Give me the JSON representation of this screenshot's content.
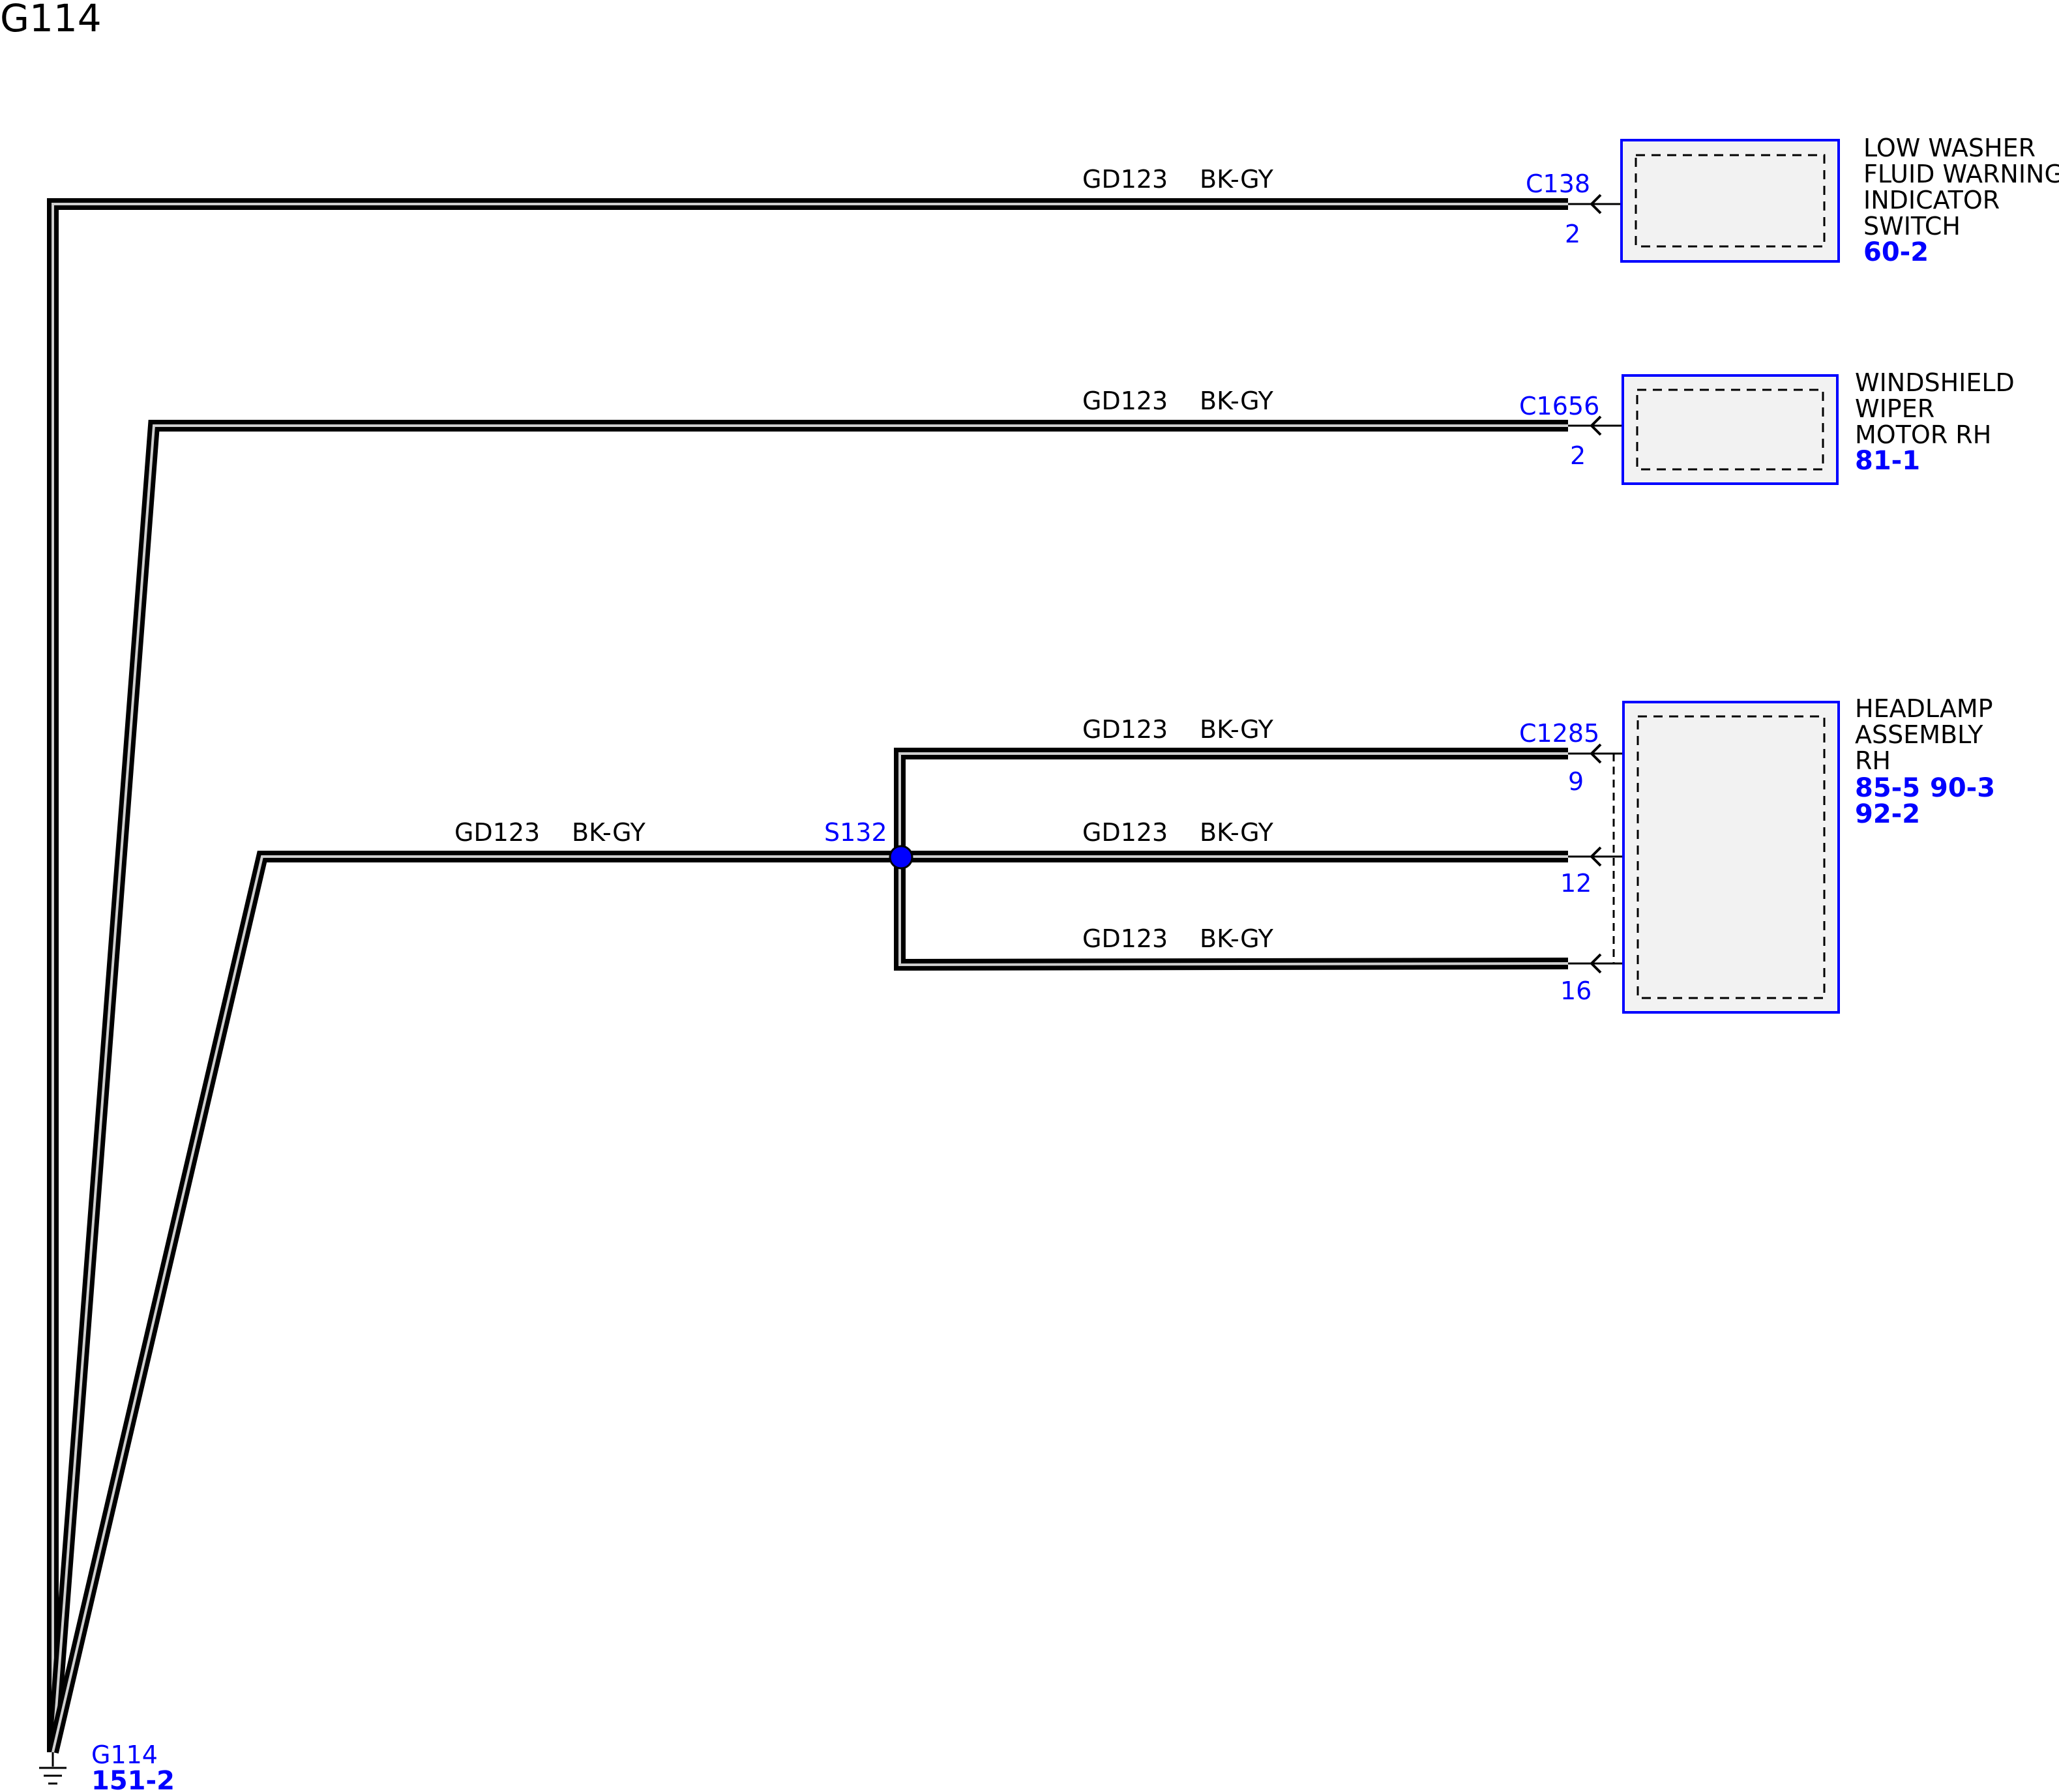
{
  "title": "G114",
  "wire_label": {
    "circuit": "GD123",
    "color": "BK-GY"
  },
  "components": {
    "low_washer": {
      "name_lines": [
        "LOW WASHER",
        "FLUID WARNING",
        "INDICATOR",
        "SWITCH"
      ],
      "refs": [
        "60-2"
      ],
      "connector": "C138",
      "pins": [
        "2"
      ]
    },
    "wiper_motor": {
      "name_lines": [
        "WINDSHIELD",
        "WIPER",
        "MOTOR RH"
      ],
      "refs": [
        "81-1"
      ],
      "connector": "C1656",
      "pins": [
        "2"
      ]
    },
    "headlamp": {
      "name_lines": [
        "HEADLAMP",
        "ASSEMBLY",
        "RH"
      ],
      "refs": [
        "85-5",
        "90-3",
        "92-2"
      ],
      "connector": "C1285",
      "pins": [
        "9",
        "12",
        "16"
      ]
    }
  },
  "splice": {
    "label": "S132",
    "color": "#0000ff"
  },
  "ground": {
    "label": "G114",
    "ref": "151-2"
  },
  "colors": {
    "wire": "#000000",
    "ref_text": "#0000ff",
    "box_fill": "#f2f2f2"
  }
}
